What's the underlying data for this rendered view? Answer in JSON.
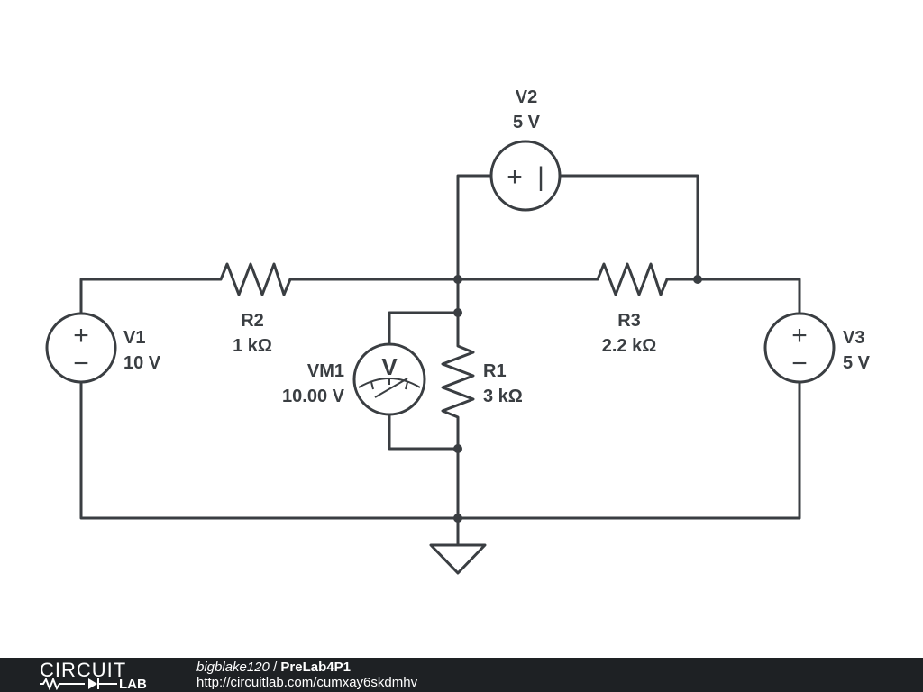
{
  "schematic": {
    "components": {
      "v1": {
        "name": "V1",
        "value": "10 V"
      },
      "v2": {
        "name": "V2",
        "value": "5 V"
      },
      "v3": {
        "name": "V3",
        "value": "5 V"
      },
      "r1": {
        "name": "R1",
        "value": "3 kΩ"
      },
      "r2": {
        "name": "R2",
        "value": "1 kΩ"
      },
      "r3": {
        "name": "R3",
        "value": "2.2 kΩ"
      },
      "vm1": {
        "name": "VM1",
        "value": "10.00 V",
        "symbol": "V"
      }
    },
    "source_symbols": {
      "plus": "+",
      "minus": "−",
      "bar": "|"
    }
  },
  "footer": {
    "logo_top": "CIRCUIT",
    "logo_bottom": "LAB",
    "author": "bigblake120",
    "separator": " / ",
    "title": "PreLab4P1",
    "url": "http://circuitlab.com/cumxay6skdmhv"
  },
  "colors": {
    "ink": "#3a3e42",
    "footer_bg": "#1e2124",
    "background": "#ffffff"
  }
}
